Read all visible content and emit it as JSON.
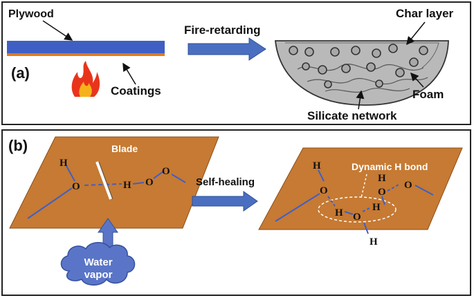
{
  "panel_a": {
    "letter": "(a)",
    "plywood_label": "Plywood",
    "coatings_label": "Coatings",
    "arrow_label": "Fire-retarding",
    "char_layer_label": "Char layer",
    "foam_label": "Foam",
    "silicate_label": "Silicate network"
  },
  "panel_b": {
    "letter": "(b)",
    "blade_label": "Blade",
    "arrow_label": "Self-healing",
    "dynamic_label": "Dynamic H bond",
    "water_line1": "Water",
    "water_line2": "vapor",
    "atom_h": "H",
    "atom_o": "O"
  },
  "colors": {
    "plywood": "#3f5fc4",
    "coating": "#e07a1f",
    "arrow": "#4a6fc0",
    "sheet": "#c67a33",
    "char": "#b9b9b9",
    "cloud": "#5a75c7"
  }
}
